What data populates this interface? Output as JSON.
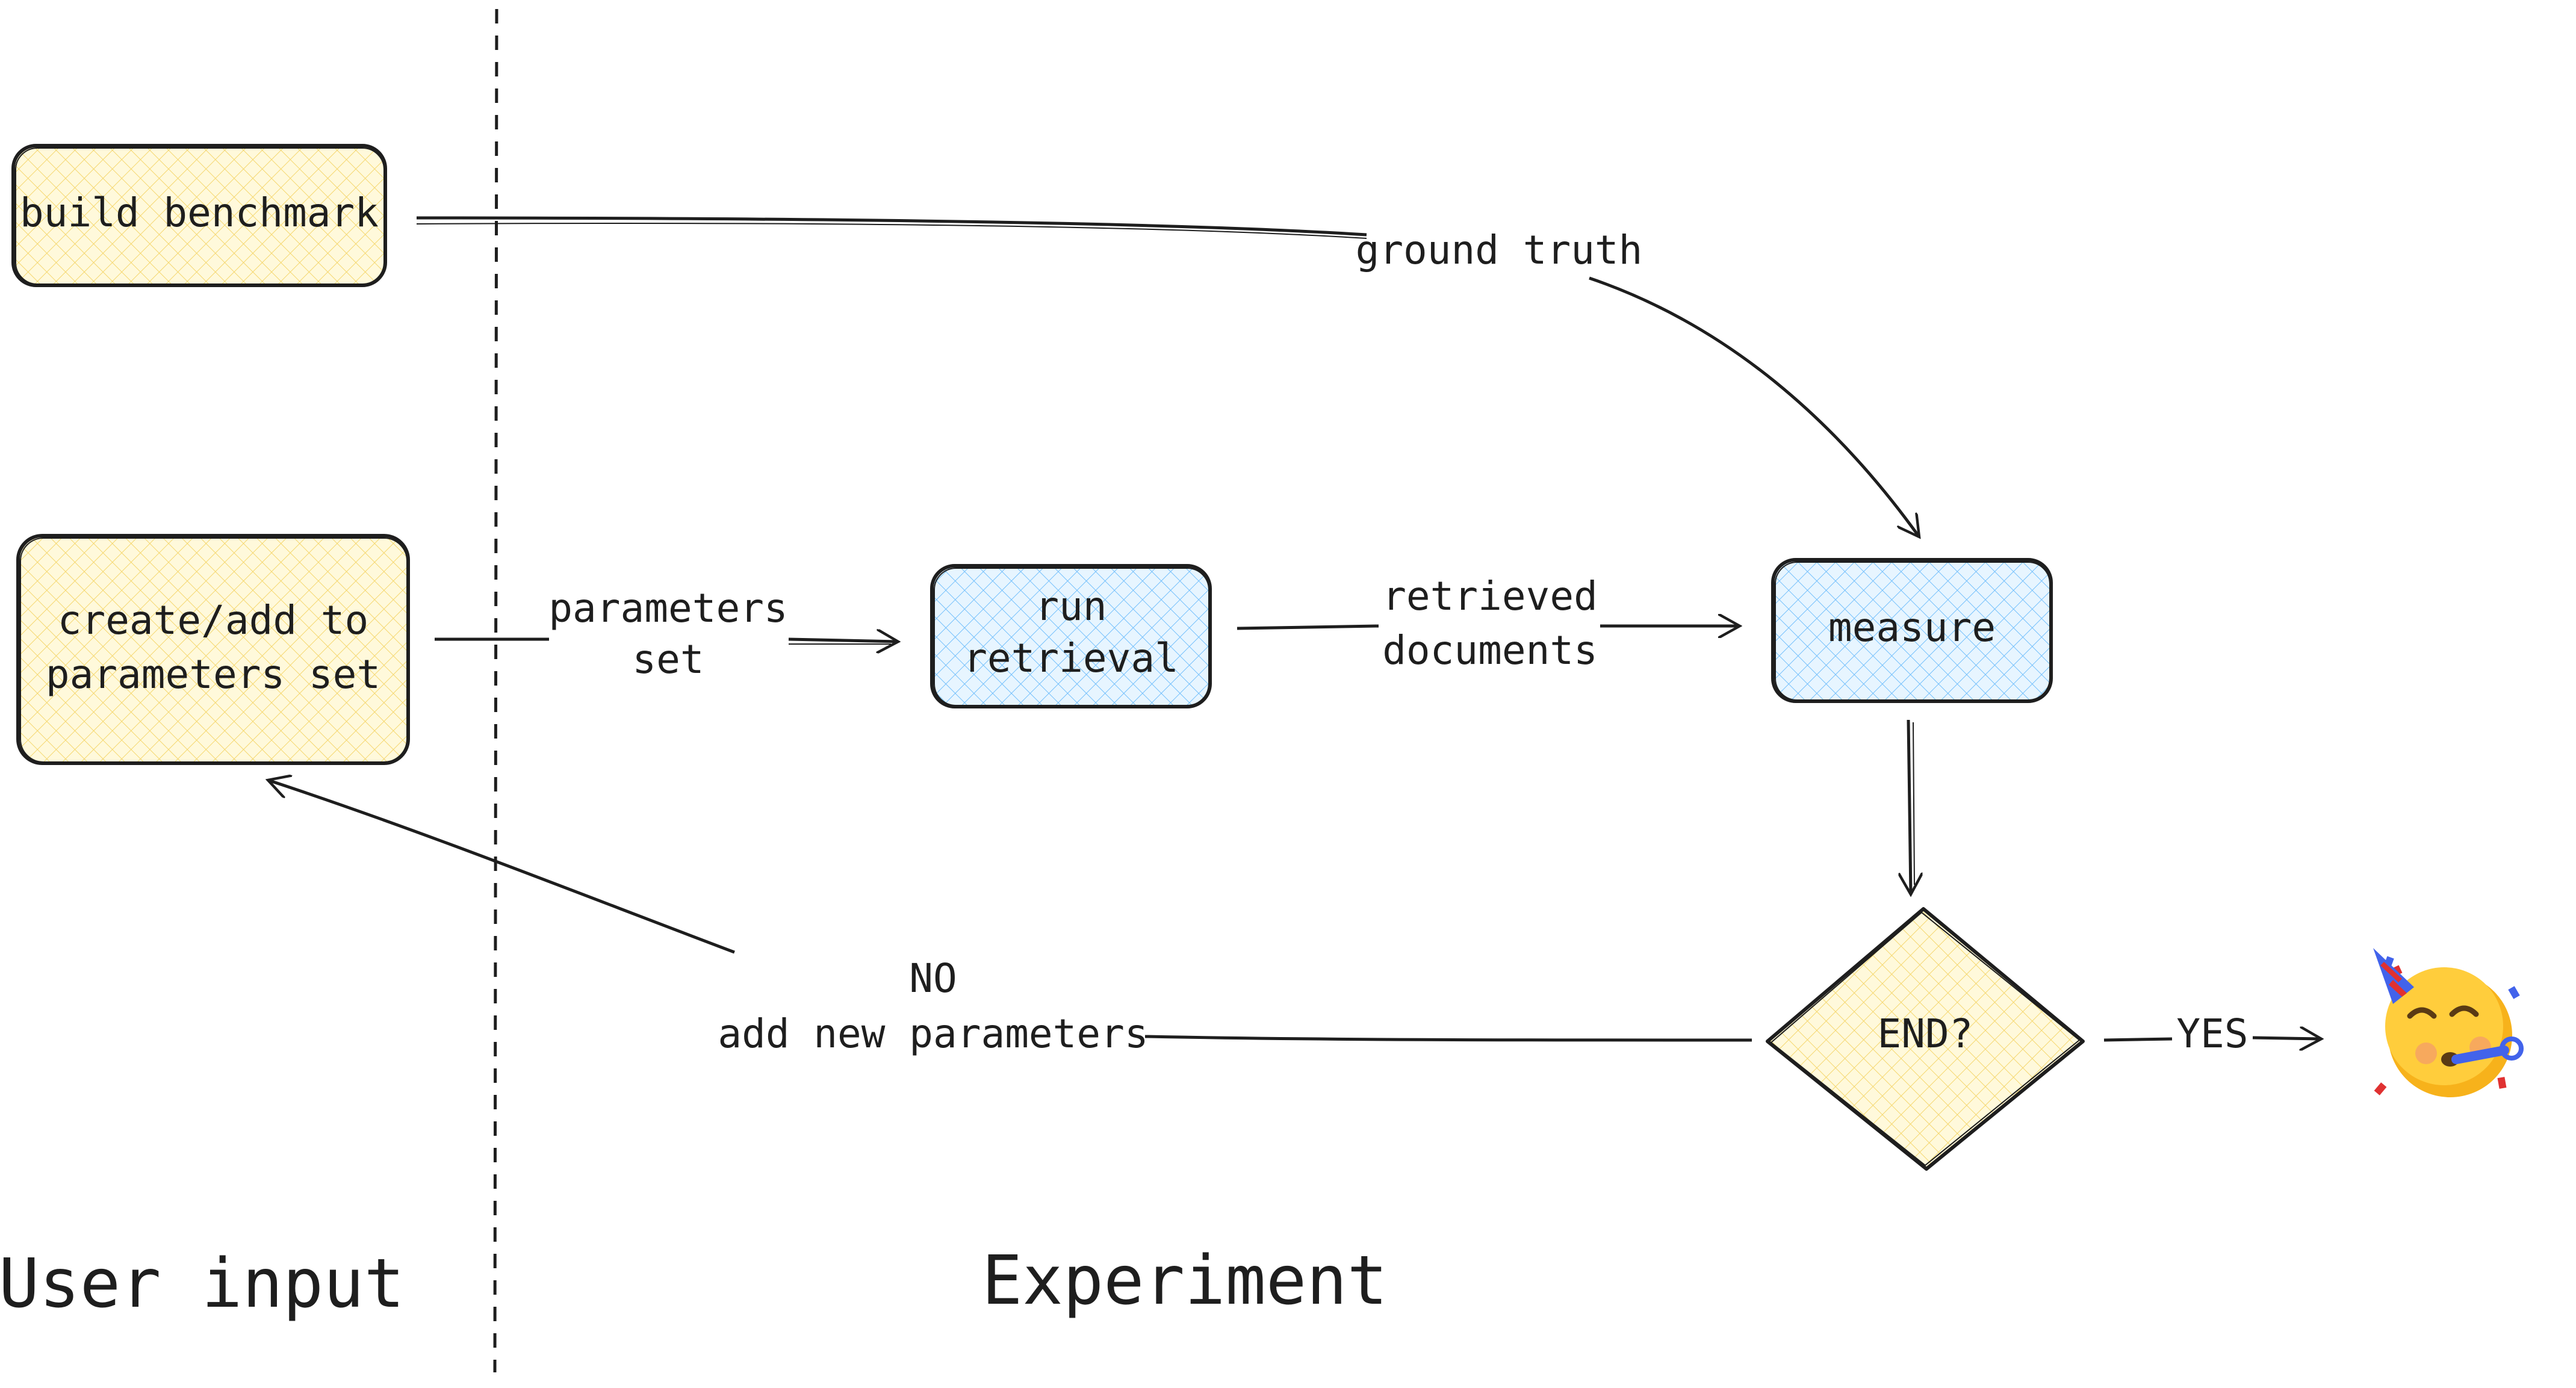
{
  "lanes": {
    "user_input": "User input",
    "experiment": "Experiment"
  },
  "nodes": {
    "build_benchmark": "build benchmark",
    "parameters_set_line1": "create/add to",
    "parameters_set_line2": "parameters set",
    "run_retrieval_line1": "run",
    "run_retrieval_line2": "retrieval",
    "measure": "measure",
    "end": "END?"
  },
  "edges": {
    "ground_truth": "ground truth",
    "parameters_set_line1": "parameters",
    "parameters_set_line2": "set",
    "retrieved_documents_line1": "retrieved",
    "retrieved_documents_line2": "documents",
    "no_line1": "NO",
    "no_line2": "add new parameters",
    "yes": "YES"
  },
  "emoji": {
    "name": "partying-face-emoji",
    "glyph": "🥳"
  },
  "colors": {
    "user_node_fill": "#fff3bf",
    "experiment_node_fill": "#a5d8ff",
    "stroke": "#1e1e1e",
    "emoji_face": "#f7b21b",
    "party_hat": "#4263eb",
    "hat_stripe": "#e03131"
  }
}
